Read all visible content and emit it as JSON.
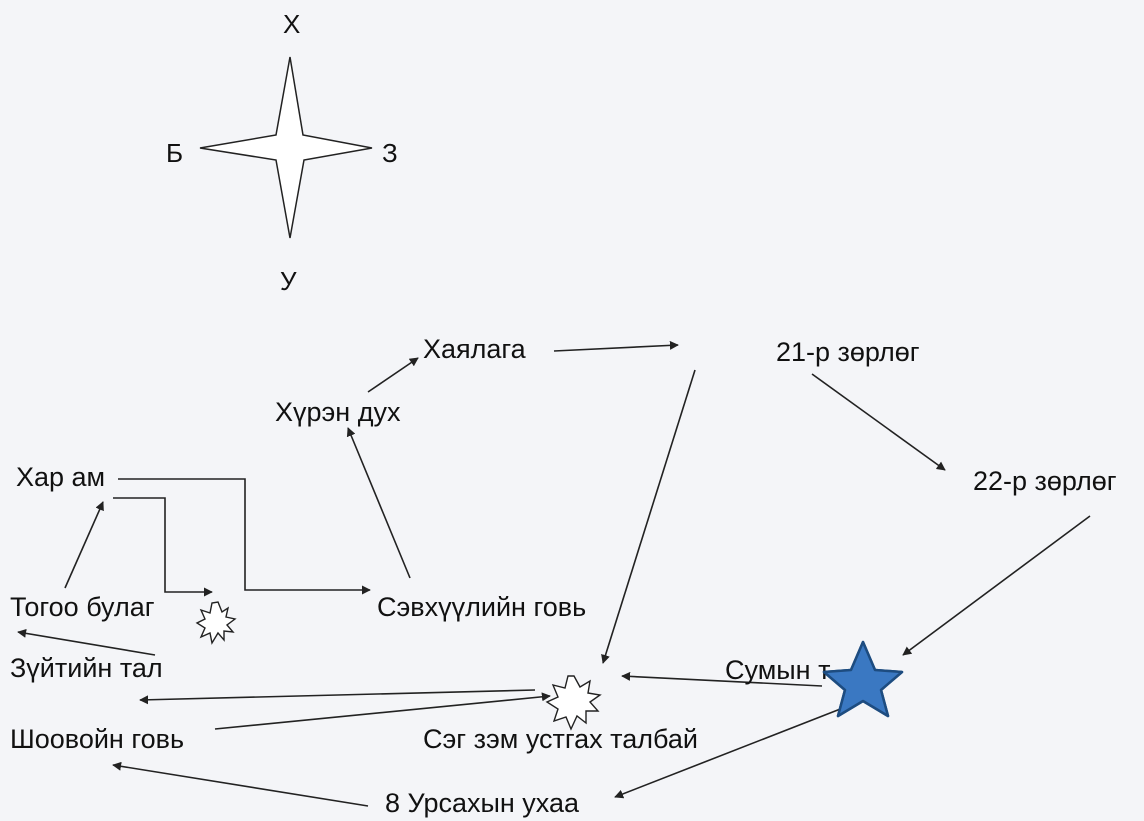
{
  "compass": {
    "north": "Х",
    "west": "Б",
    "east": "З",
    "south": "У"
  },
  "places": {
    "khar_am": "Хар ам",
    "togoo_bulag": "Тогоо булаг",
    "zuitiin_tal": "Зүйтийн тал",
    "shoovoin_govi": "Шоовойн говь",
    "khuren_dukh": "Хүрэн дух",
    "khayalaga": "Хаялага",
    "sevkhuuliin_govi": "Сэвхүүлийн говь",
    "zorlog_21": "21-р зөрлөг",
    "zorlog_22": "22-р зөрлөг",
    "sumyn": "Сумын т",
    "seg_zem": "Сэг зэм устгах талбай",
    "ursakhyn_ukhaa": "8 Урсахын ухаа"
  },
  "colors": {
    "star_fill": "#3a78c2",
    "star_stroke": "#1d4c80",
    "line": "#222222",
    "background": "#f4f5f8"
  }
}
